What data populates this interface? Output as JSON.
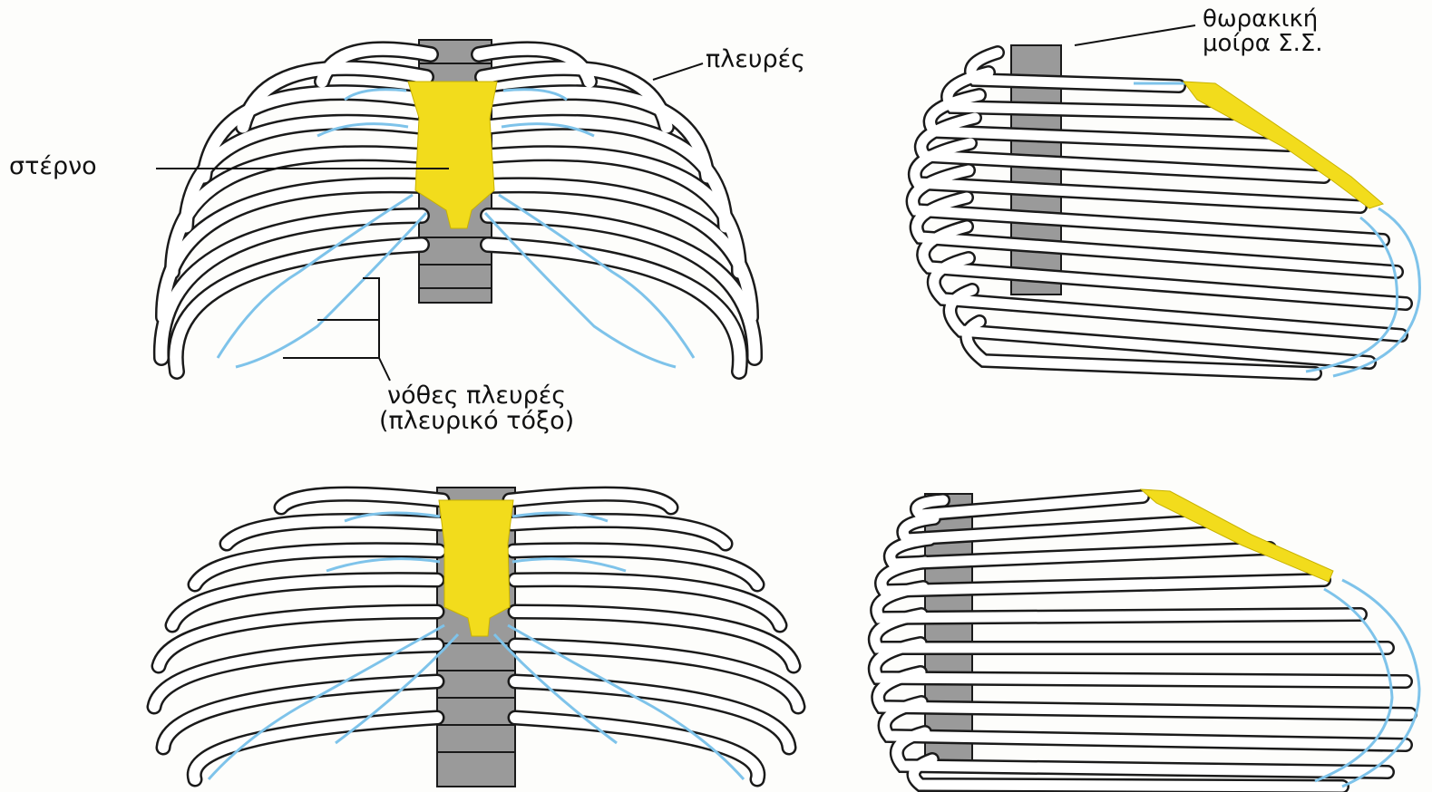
{
  "labels": {
    "ribs": "πλευρές",
    "sternum": "στέρνο",
    "thoracic_spine_line1": "θωρακική",
    "thoracic_spine_line2": "μοίρα Σ.Σ.",
    "false_ribs_line1": "νόθες πλευρές",
    "false_ribs_line2": "(πλευρικό τόξο)"
  },
  "colors": {
    "bone_fill": "#ffffff",
    "bone_outline": "#1a1a1a",
    "vertebra_fill": "#9a9a9a",
    "cartilage": "#7ec3ea",
    "sternum": "#f2dc1c",
    "background": "#fdfdfb"
  },
  "panels": [
    {
      "view": "front",
      "state": "expiration"
    },
    {
      "view": "side",
      "state": "expiration"
    },
    {
      "view": "front",
      "state": "inspiration"
    },
    {
      "view": "side",
      "state": "inspiration"
    }
  ]
}
